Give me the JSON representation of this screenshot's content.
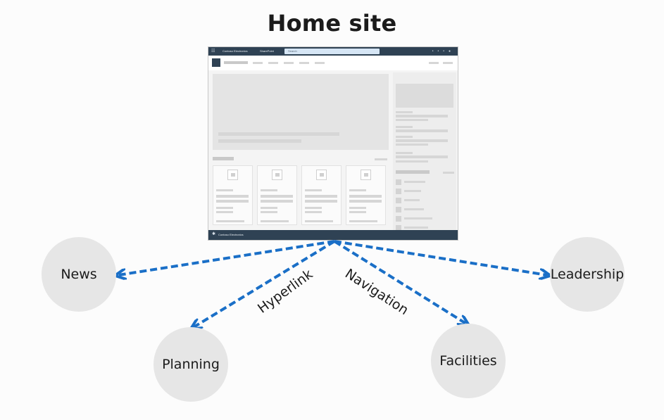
{
  "diagram": {
    "title": "Home site",
    "site_thumbnail": {
      "org_label": "Contoso Electronics",
      "app_label": "SharePoint",
      "search_placeholder": "Search",
      "footer_label": "Contoso Electronics",
      "colors": {
        "topbar": "#2f4254",
        "body": "#f4f4f4"
      }
    },
    "nodes": [
      {
        "id": "news",
        "label": "News"
      },
      {
        "id": "planning",
        "label": "Planning"
      },
      {
        "id": "facilities",
        "label": "Facilities"
      },
      {
        "id": "leadership",
        "label": "Leadership"
      }
    ],
    "edge_labels": {
      "hyperlink": "Hyperlink",
      "navigation": "Navigation"
    },
    "colors": {
      "arrow": "#1a6fc7",
      "node_fill": "#e6e6e6"
    }
  }
}
